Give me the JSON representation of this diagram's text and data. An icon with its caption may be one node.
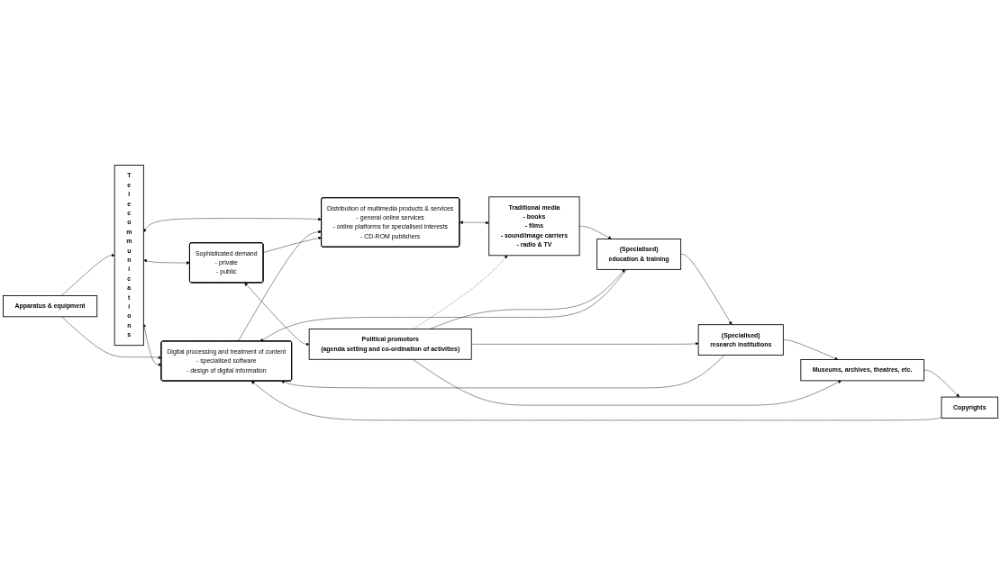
{
  "diagram": {
    "nodes": [
      {
        "text": [
          "Apparatus & equipment"
        ]
      },
      {
        "text": [
          "Copyrights"
        ]
      },
      {
        "text": [
          "Museums, archives, theatres, etc."
        ]
      },
      {
        "text": [
          "Telecommunications"
        ]
      },
      {
        "text": [
          "Digital processing and treatment of content",
          "- specialised software",
          "- design of digital information"
        ]
      },
      {
        "text": [
          "(Specialised)",
          "research institutions"
        ]
      },
      {
        "text": [
          "(Specialised)",
          "education & training"
        ]
      },
      {
        "text": [
          "Distribution of multimedia products & services",
          "- general online services",
          "- online platforms for specialised interests",
          "- CD-ROM publishers"
        ]
      },
      {
        "text": [
          "Traditional media",
          "- books",
          "- films",
          "- sound/image carriers",
          "- radio & TV"
        ]
      },
      {
        "text": [
          "Sophisticated demand",
          "- private",
          "- public"
        ]
      },
      {
        "text": [
          "Political promotors",
          "(agenda setting and co-ordination of activities)"
        ]
      }
    ],
    "edges": [
      {
        "from": 0,
        "to": 3,
        "arrow": "to"
      },
      {
        "from": 0,
        "to": 4,
        "arrow": "to"
      },
      {
        "from": 1,
        "to": 4,
        "arrow": "to"
      },
      {
        "from": 2,
        "to": 1,
        "arrow": "to"
      },
      {
        "from": 5,
        "to": 2,
        "arrow": "to"
      },
      {
        "from": 5,
        "to": 4,
        "arrow": "to"
      },
      {
        "from": 6,
        "to": 5,
        "arrow": "to"
      },
      {
        "from": 6,
        "to": 4,
        "arrow": "to"
      },
      {
        "from": 8,
        "to": 6,
        "arrow": "to"
      },
      {
        "from": 3,
        "to": 4,
        "arrow": "both"
      },
      {
        "from": 3,
        "to": 7,
        "arrow": "both"
      },
      {
        "from": 3,
        "to": 9,
        "arrow": "both"
      },
      {
        "from": 4,
        "to": 7,
        "arrow": "to"
      },
      {
        "from": 9,
        "to": 7,
        "arrow": "to"
      },
      {
        "from": 7,
        "to": 8,
        "arrow": "both"
      },
      {
        "from": 9,
        "to": 10,
        "arrow": "both"
      },
      {
        "from": 10,
        "to": 8,
        "arrow": "to",
        "style": "dashed"
      },
      {
        "from": 10,
        "to": 2,
        "arrow": "to"
      },
      {
        "from": 10,
        "to": 5,
        "arrow": "to"
      },
      {
        "from": 10,
        "to": 6,
        "arrow": "to"
      }
    ]
  }
}
